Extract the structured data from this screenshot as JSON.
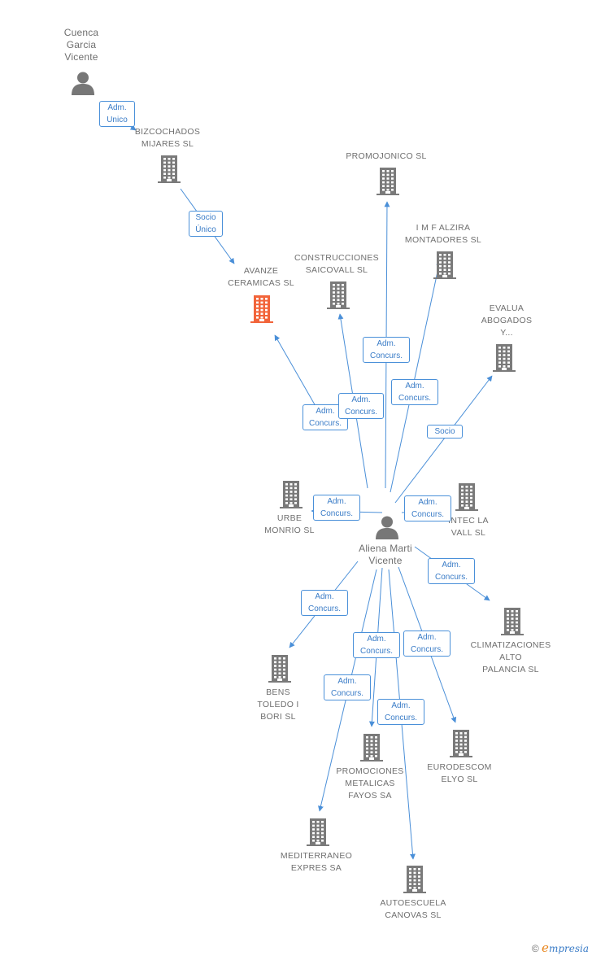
{
  "colors": {
    "edge": "#4a8fd8",
    "company": "#7a7a7a",
    "highlight": "#f2643a",
    "person": "#777777",
    "label": "#6f6f6f",
    "badge_text": "#3a7cc7"
  },
  "people": [
    {
      "id": "cuenca",
      "lines": [
        "Cuenca",
        "Garcia",
        "Vicente"
      ],
      "icon": "person-icon"
    },
    {
      "id": "aliena",
      "lines": [
        "Aliena Marti",
        "Vicente"
      ],
      "icon": "person-icon"
    }
  ],
  "companies": [
    {
      "id": "bizcochados",
      "lines": [
        "BIZCOCHADOS",
        "MIJARES SL"
      ],
      "icon": "building-icon"
    },
    {
      "id": "avanze",
      "lines": [
        "AVANZE",
        "CERAMICAS SL"
      ],
      "icon": "building-icon",
      "highlight": true
    },
    {
      "id": "promojonico",
      "lines": [
        "PROMOJONICO SL"
      ],
      "icon": "building-icon"
    },
    {
      "id": "construcciones",
      "lines": [
        "CONSTRUCCIONES",
        "SAICOVALL SL"
      ],
      "icon": "building-icon"
    },
    {
      "id": "imf",
      "lines": [
        "I M F ALZIRA",
        "MONTADORES SL"
      ],
      "icon": "building-icon"
    },
    {
      "id": "evalua",
      "lines": [
        "EVALUA",
        "ABOGADOS",
        "Y..."
      ],
      "icon": "building-icon"
    },
    {
      "id": "urbe",
      "lines": [
        "URBE",
        "MONRIO SL"
      ],
      "icon": "building-icon"
    },
    {
      "id": "intec",
      "lines": [
        "INTEC LA",
        "VALL SL"
      ],
      "icon": "building-icon"
    },
    {
      "id": "climatizaciones",
      "lines": [
        "CLIMATIZACIONES",
        "ALTO",
        "PALANCIA SL"
      ],
      "icon": "building-icon"
    },
    {
      "id": "bens",
      "lines": [
        "BENS",
        "TOLEDO I",
        "BORI  SL"
      ],
      "icon": "building-icon"
    },
    {
      "id": "eurodescom",
      "lines": [
        "EURODESCOM",
        "ELYO SL"
      ],
      "icon": "building-icon"
    },
    {
      "id": "promociones",
      "lines": [
        "PROMOCIONES",
        "METALICAS",
        "FAYOS SA"
      ],
      "icon": "building-icon"
    },
    {
      "id": "mediterraneo",
      "lines": [
        "MEDITERRANEO",
        "EXPRES SA"
      ],
      "icon": "building-icon"
    },
    {
      "id": "autoescuela",
      "lines": [
        "AUTOESCUELA",
        "CANOVAS  SL"
      ],
      "icon": "building-icon"
    }
  ],
  "relations": [
    {
      "from": "cuenca",
      "to": "bizcochados",
      "label": [
        "Adm.",
        "Unico"
      ]
    },
    {
      "from": "bizcochados",
      "to": "avanze",
      "label": [
        "Socio",
        "Único"
      ]
    },
    {
      "from": "aliena",
      "to": "avanze",
      "label": [
        "Adm.",
        "Concurs."
      ]
    },
    {
      "from": "aliena",
      "to": "construcciones",
      "label": [
        "Adm.",
        "Concurs."
      ]
    },
    {
      "from": "aliena",
      "to": "promojonico",
      "label": [
        "Adm.",
        "Concurs."
      ]
    },
    {
      "from": "aliena",
      "to": "imf",
      "label": [
        "Adm.",
        "Concurs."
      ]
    },
    {
      "from": "aliena",
      "to": "evalua",
      "label": [
        "Socio"
      ]
    },
    {
      "from": "aliena",
      "to": "urbe",
      "label": [
        "Adm.",
        "Concurs."
      ]
    },
    {
      "from": "aliena",
      "to": "intec",
      "label": [
        "Adm.",
        "Concurs."
      ]
    },
    {
      "from": "aliena",
      "to": "climatizaciones",
      "label": [
        "Adm.",
        "Concurs."
      ]
    },
    {
      "from": "aliena",
      "to": "bens",
      "label": [
        "Adm.",
        "Concurs."
      ]
    },
    {
      "from": "aliena",
      "to": "promociones",
      "label": [
        "Adm.",
        "Concurs."
      ]
    },
    {
      "from": "aliena",
      "to": "eurodescom",
      "label": [
        "Adm.",
        "Concurs."
      ]
    },
    {
      "from": "aliena",
      "to": "mediterraneo",
      "label": [
        "Adm.",
        "Concurs."
      ]
    },
    {
      "from": "aliena",
      "to": "autoescuela",
      "label": [
        "Adm.",
        "Concurs."
      ]
    }
  ],
  "brand": {
    "copyright": "©",
    "e": "e",
    "rest": "mpresia"
  }
}
